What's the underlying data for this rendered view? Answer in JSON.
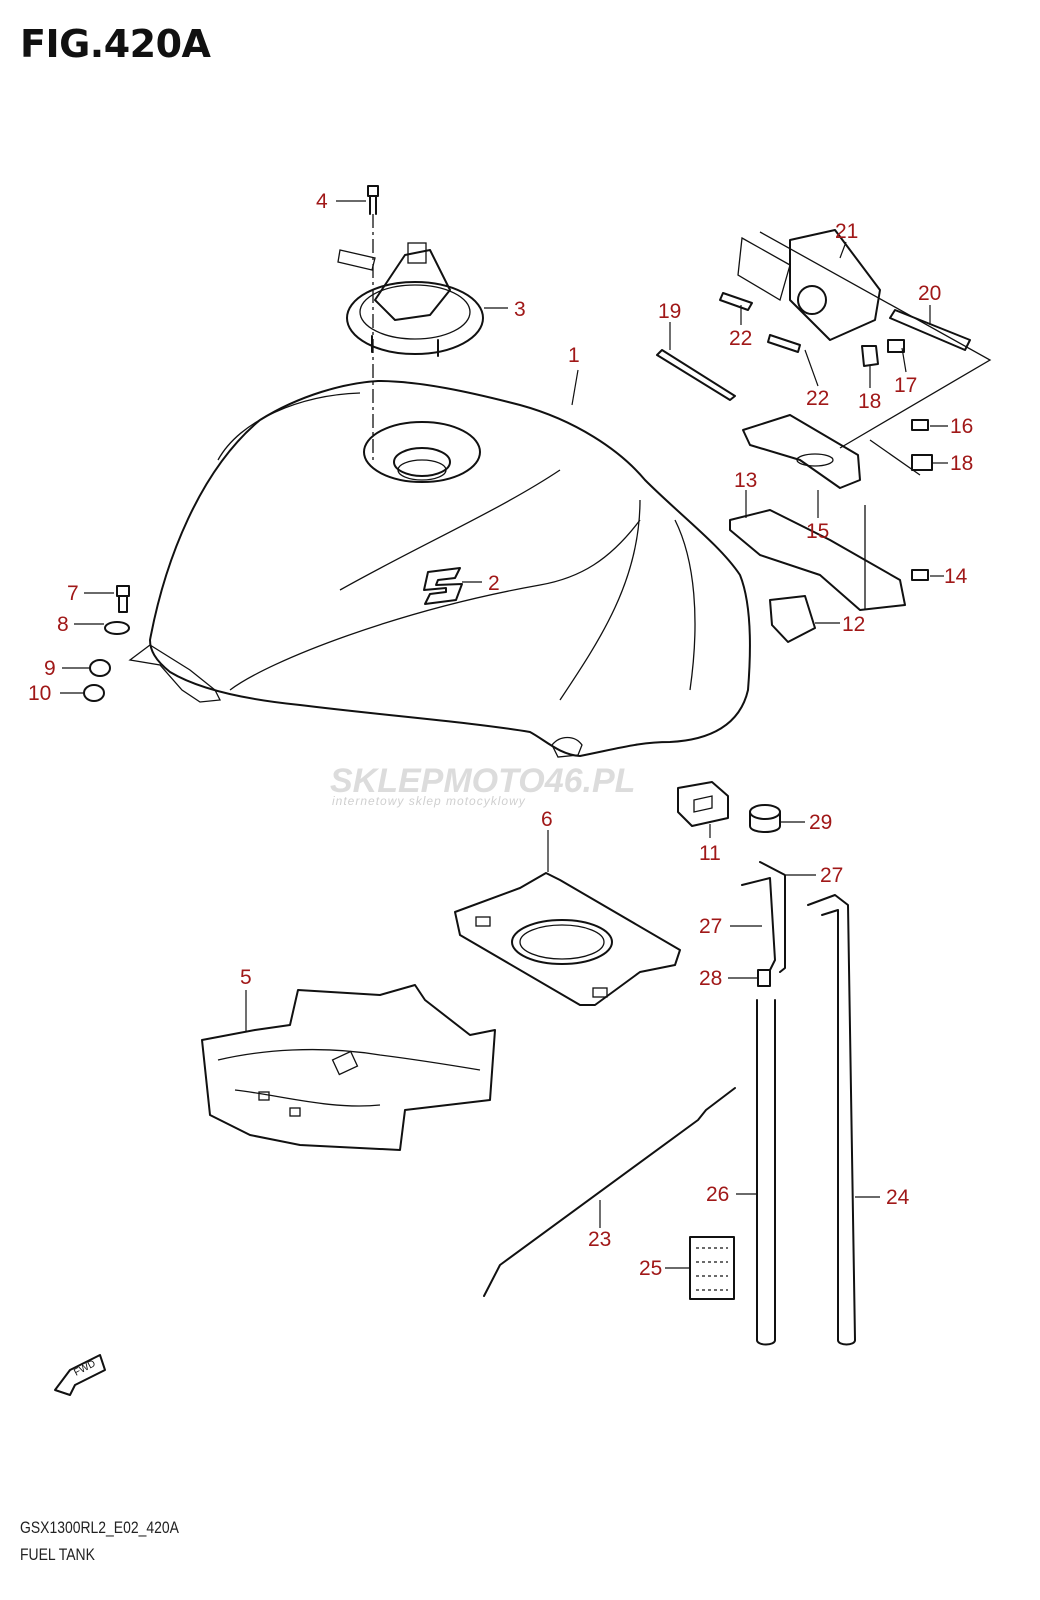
{
  "figure": {
    "title": "FIG.420A",
    "model_code": "GSX1300RL2_E02_420A",
    "section_name": "FUEL TANK"
  },
  "watermark": {
    "brand": "SKLEPMOTO46.PL",
    "tagline": "internetowy sklep motocyklowy"
  },
  "fwd_label": "FWD",
  "callouts": [
    "1",
    "2",
    "3",
    "4",
    "5",
    "6",
    "7",
    "8",
    "9",
    "10",
    "11",
    "12",
    "13",
    "14",
    "15",
    "16",
    "17",
    "18",
    "18",
    "19",
    "20",
    "21",
    "22",
    "22",
    "23",
    "24",
    "25",
    "26",
    "27",
    "27",
    "28",
    "29"
  ],
  "colors": {
    "callout_text": "#a01818",
    "line_art": "#111111"
  }
}
